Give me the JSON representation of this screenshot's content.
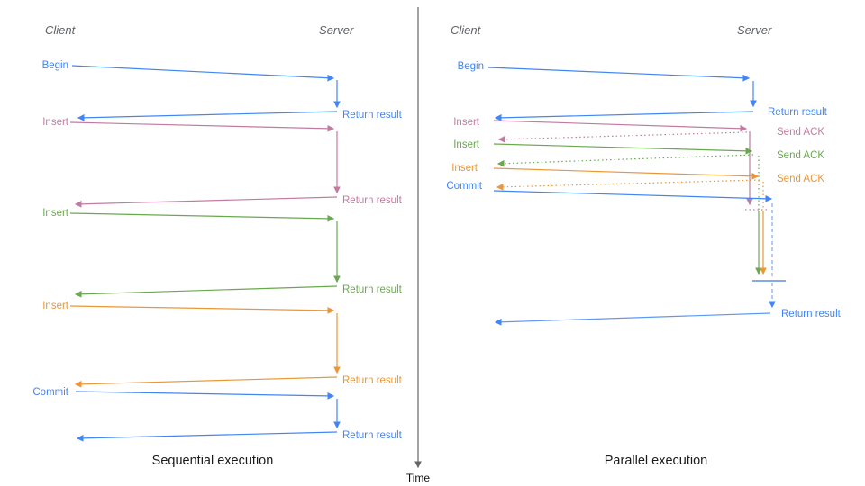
{
  "palette": {
    "blue": "#4285f4",
    "light_blue": "#7baaf7",
    "dark_blue": "#3c78d8",
    "pink": "#c27ba0",
    "green": "#6aa84f",
    "orange": "#e8973a",
    "axis_gray": "#666666",
    "header_gray": "#5f6368"
  },
  "time_axis": {
    "label": "Time"
  },
  "sequential": {
    "title": "Sequential execution",
    "client_header": "Client",
    "server_header": "Server",
    "calls": [
      {
        "label": "Begin",
        "color": "blue",
        "return_label": "Return result"
      },
      {
        "label": "Insert",
        "color": "pink",
        "return_label": "Return result"
      },
      {
        "label": "Insert",
        "color": "green",
        "return_label": "Return result"
      },
      {
        "label": "Insert",
        "color": "orange",
        "return_label": "Return result"
      },
      {
        "label": "Commit",
        "color": "blue",
        "return_label": "Return result"
      }
    ]
  },
  "parallel": {
    "title": "Parallel execution",
    "client_header": "Client",
    "server_header": "Server",
    "calls": [
      {
        "label": "Begin",
        "color": "blue",
        "response_label": "Return result"
      },
      {
        "label": "Insert",
        "color": "pink",
        "response_label": "Send ACK"
      },
      {
        "label": "Insert",
        "color": "green",
        "response_label": "Send ACK"
      },
      {
        "label": "Insert",
        "color": "orange",
        "response_label": "Send ACK"
      },
      {
        "label": "Commit",
        "color": "blue",
        "response_label": "Return result"
      }
    ]
  }
}
